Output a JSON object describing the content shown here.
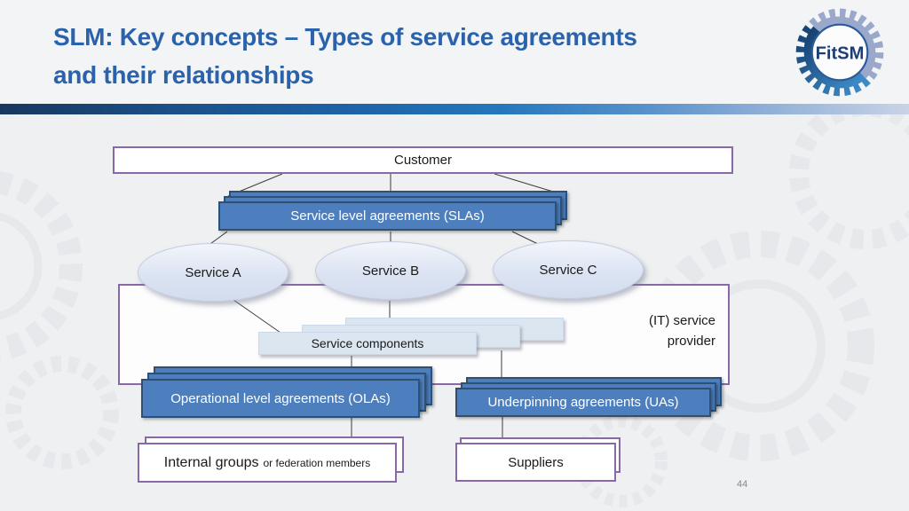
{
  "header": {
    "title_line1": "SLM: Key concepts – Types of service agreements",
    "title_line2": "and their relationships",
    "logo_text": "FitSM"
  },
  "footer": {
    "page_number": "44"
  },
  "diagram": {
    "customer_label": "Customer",
    "sla_label": "Service level agreements (SLAs)",
    "services": [
      "Service A",
      "Service B",
      "Service C"
    ],
    "provider_label": "(IT) service\nprovider",
    "components_label": "Service components",
    "ola_label": "Operational level agreements (OLAs)",
    "ua_label": "Underpinning agreements (UAs)",
    "internal_groups_label": "Internal groups",
    "internal_groups_suffix": "or federation members",
    "suppliers_label": "Suppliers"
  },
  "colors": {
    "title_blue": "#2a62ab",
    "agreement_blue": "#4d7fbe",
    "agreement_border": "#2e5075",
    "purple_border": "#8968a8",
    "component_fill": "#dce6f1",
    "ellipse_fill": "#dce4f3",
    "accent_bar_start": "#17375e",
    "accent_bar_end": "#c9d3e6",
    "logo_dark_blue": "#1a4379",
    "logo_light_blue": "#9aa8cb"
  }
}
